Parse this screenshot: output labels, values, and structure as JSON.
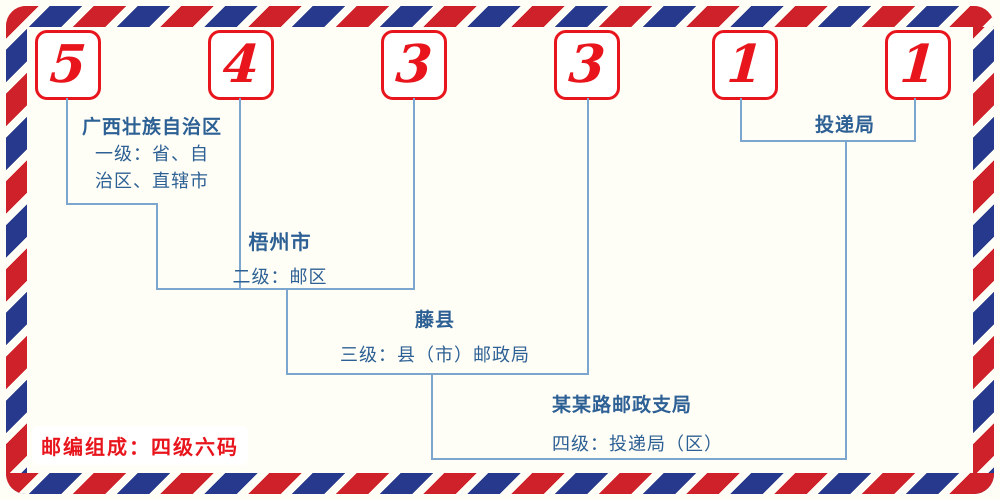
{
  "digits": [
    "5",
    "4",
    "3",
    "3",
    "1",
    "1"
  ],
  "levels": {
    "level1": {
      "region": "广西壮族自治区",
      "desc_line1": "一级：省、自",
      "desc_line2": "治区、直辖市"
    },
    "level2": {
      "region": "梧州市",
      "desc": "二级：邮区"
    },
    "level3": {
      "region": "藤县",
      "desc": "三级：县（市）邮政局"
    },
    "level4": {
      "region": "某某路邮政支局",
      "desc": "四级：投递局（区）"
    }
  },
  "delivery": {
    "label": "投递局"
  },
  "footer": {
    "composition": "邮编组成：四级六码"
  },
  "colors": {
    "digit_red": "#e8151d",
    "label_blue": "#2d6094",
    "line_blue": "#7da6cf",
    "stripe_red": "#cf2129",
    "stripe_blue": "#27398c"
  }
}
